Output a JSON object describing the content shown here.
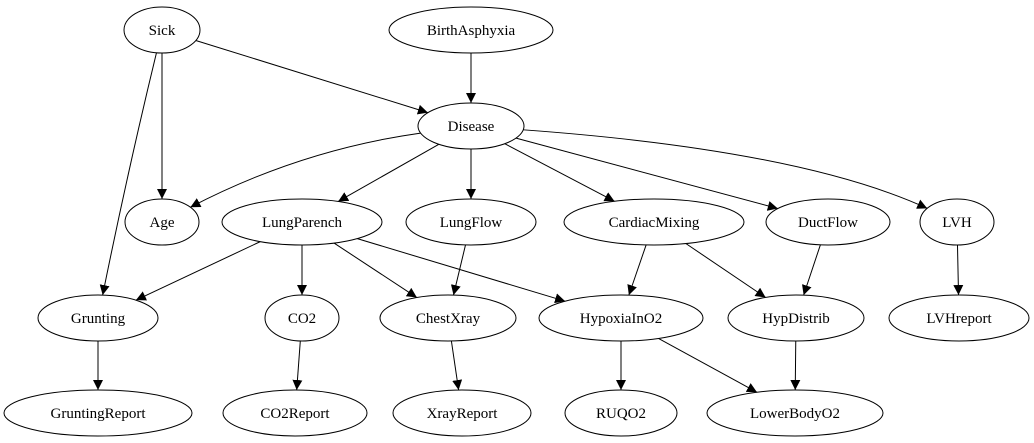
{
  "graph": {
    "nodes": [
      {
        "id": "sick",
        "label": "Sick"
      },
      {
        "id": "birth",
        "label": "BirthAsphyxia"
      },
      {
        "id": "disease",
        "label": "Disease"
      },
      {
        "id": "age",
        "label": "Age"
      },
      {
        "id": "lungparench",
        "label": "LungParench"
      },
      {
        "id": "lungflow",
        "label": "LungFlow"
      },
      {
        "id": "cardiac",
        "label": "CardiacMixing"
      },
      {
        "id": "ductflow",
        "label": "DuctFlow"
      },
      {
        "id": "lvh",
        "label": "LVH"
      },
      {
        "id": "grunting",
        "label": "Grunting"
      },
      {
        "id": "co2",
        "label": "CO2"
      },
      {
        "id": "chestxray",
        "label": "ChestXray"
      },
      {
        "id": "hypoxia",
        "label": "HypoxiaInO2"
      },
      {
        "id": "hypdistrib",
        "label": "HypDistrib"
      },
      {
        "id": "lvhreport",
        "label": "LVHreport"
      },
      {
        "id": "gruntingreport",
        "label": "GruntingReport"
      },
      {
        "id": "co2report",
        "label": "CO2Report"
      },
      {
        "id": "xrayreport",
        "label": "XrayReport"
      },
      {
        "id": "ruqo2",
        "label": "RUQO2"
      },
      {
        "id": "lowerbody",
        "label": "LowerBodyO2"
      }
    ],
    "edges": [
      [
        "sick",
        "disease"
      ],
      [
        "sick",
        "age"
      ],
      [
        "sick",
        "grunting"
      ],
      [
        "birth",
        "disease"
      ],
      [
        "disease",
        "age"
      ],
      [
        "disease",
        "lungparench"
      ],
      [
        "disease",
        "lungflow"
      ],
      [
        "disease",
        "cardiac"
      ],
      [
        "disease",
        "ductflow"
      ],
      [
        "disease",
        "lvh"
      ],
      [
        "lungparench",
        "grunting"
      ],
      [
        "lungparench",
        "co2"
      ],
      [
        "lungparench",
        "chestxray"
      ],
      [
        "lungparench",
        "hypoxia"
      ],
      [
        "lungflow",
        "chestxray"
      ],
      [
        "cardiac",
        "hypoxia"
      ],
      [
        "cardiac",
        "hypdistrib"
      ],
      [
        "ductflow",
        "hypdistrib"
      ],
      [
        "lvh",
        "lvhreport"
      ],
      [
        "grunting",
        "gruntingreport"
      ],
      [
        "co2",
        "co2report"
      ],
      [
        "chestxray",
        "xrayreport"
      ],
      [
        "hypoxia",
        "ruqo2"
      ],
      [
        "hypoxia",
        "lowerbody"
      ],
      [
        "hypdistrib",
        "lowerbody"
      ]
    ]
  }
}
